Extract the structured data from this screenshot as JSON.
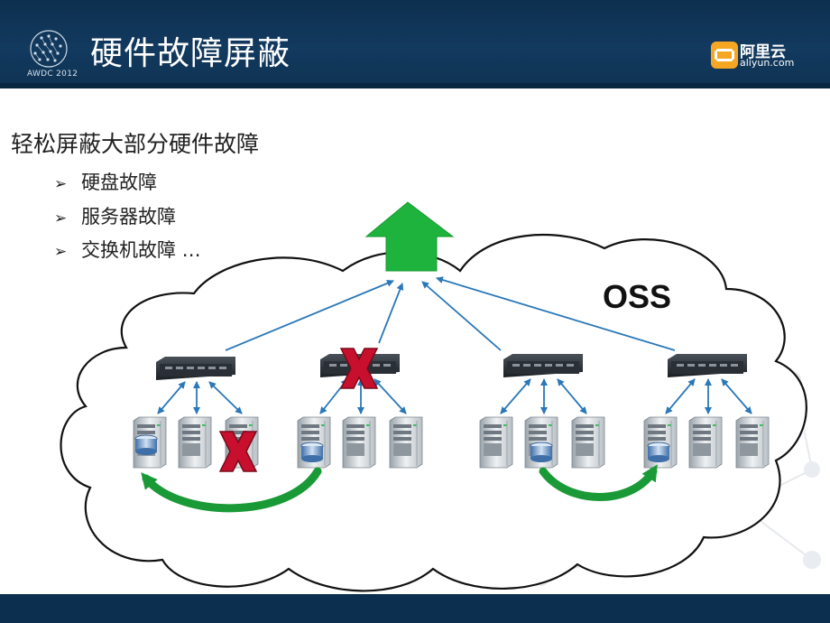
{
  "header": {
    "title": "硬件故障屏蔽",
    "event_logo_text": "AWDC 2012",
    "brand_cn": "阿里云",
    "brand_en": "aliyun.com"
  },
  "content": {
    "heading": "轻松屏蔽大部分硬件故障",
    "bullets": [
      "硬盘故障",
      "服务器故障",
      "交换机故障 …"
    ]
  },
  "diagram": {
    "cloud_label": "OSS",
    "switches": [
      {
        "failed": false
      },
      {
        "failed": true
      },
      {
        "failed": false
      },
      {
        "failed": false
      }
    ],
    "servers_per_switch": 3,
    "colors": {
      "header": "#0d2f4f",
      "upload_arrow": "#1db33d",
      "link_arrow": "#2a78b8",
      "failure_x": "#c8102e",
      "brand": "#f5a623"
    }
  }
}
